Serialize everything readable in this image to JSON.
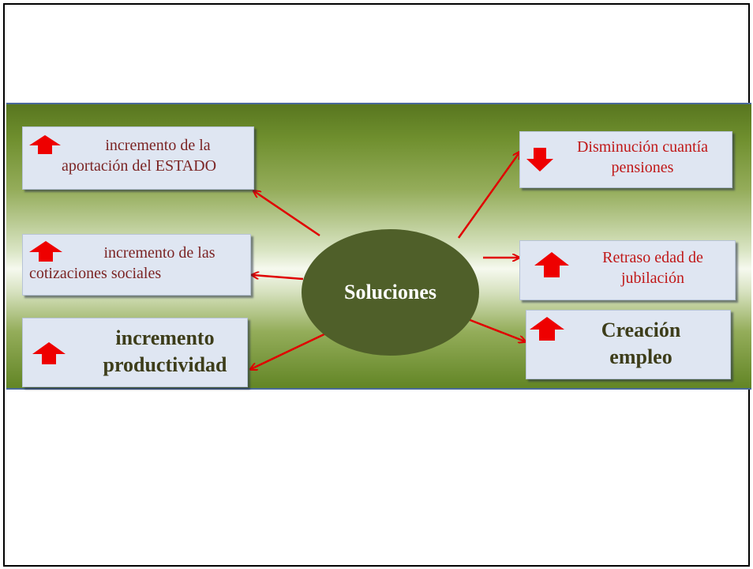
{
  "diagram": {
    "center_label": "Soluciones",
    "boxes": {
      "top_left": {
        "line1": "incremento de la",
        "line2": "aportación  del ESTADO",
        "direction": "up"
      },
      "mid_left": {
        "line1": "incremento de las",
        "line2": "cotizaciones  sociales",
        "direction": "up"
      },
      "bottom_left": {
        "line1": "incremento",
        "line2": "productividad",
        "direction": "up"
      },
      "top_right": {
        "line1": "Disminución cuantía",
        "line2": "pensiones",
        "direction": "down"
      },
      "mid_right": {
        "line1": "Retraso edad de",
        "line2": "jubilación",
        "direction": "up"
      },
      "bottom_right": {
        "line1": "Creación",
        "line2": "empleo",
        "direction": "up"
      }
    },
    "colors": {
      "arrow": "#e00000",
      "ellipse": "#4f5f29",
      "box": "#dfe6f2"
    }
  }
}
